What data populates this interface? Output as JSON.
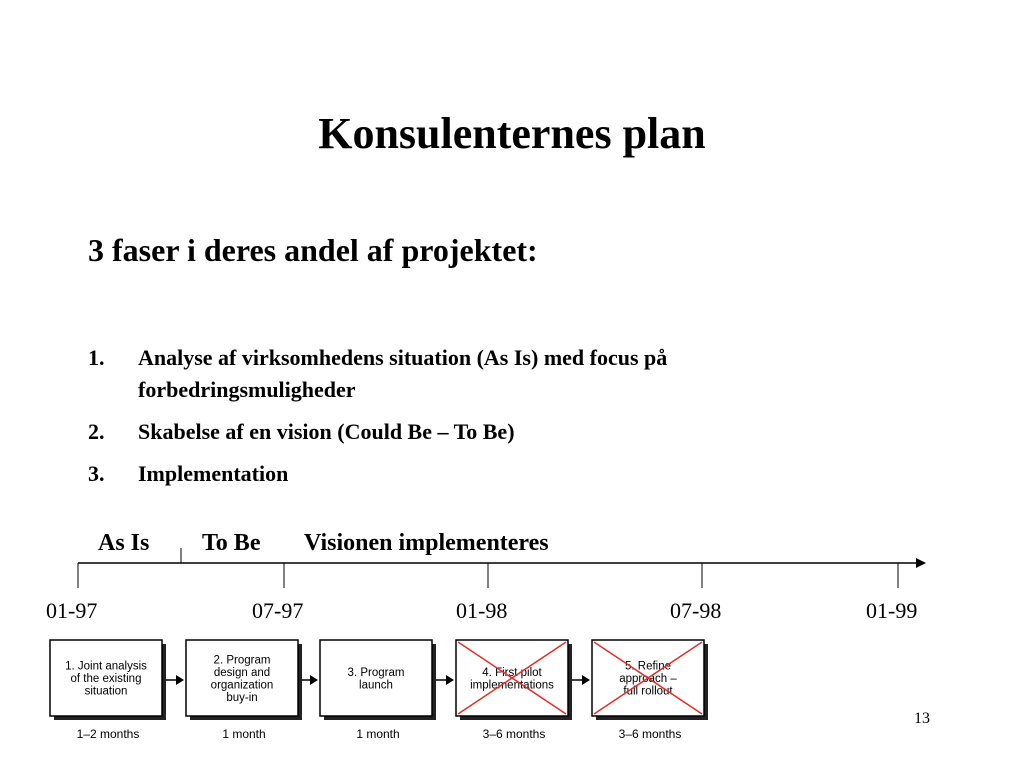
{
  "slide": {
    "title": "Konsulenternes plan",
    "subtitle": "3 faser i deres andel af projektet:",
    "list": [
      {
        "num": "1.",
        "text": "Analyse af virksomhedens situation (As Is) med focus på forbedringsmuligheder"
      },
      {
        "num": "2.",
        "text": "Skabelse af en vision (Could Be – To Be)"
      },
      {
        "num": "3.",
        "text": "Implementation"
      }
    ],
    "page_number": "13"
  },
  "timeline": {
    "phases": [
      "As Is",
      "To Be",
      "Visionen implementeres"
    ],
    "ticks": [
      "01-97",
      "07-97",
      "01-98",
      "07-98",
      "01-99"
    ]
  },
  "process": {
    "steps": [
      {
        "lines": [
          "1. Joint analysis",
          "of the existing",
          "situation"
        ],
        "duration": "1–2 months",
        "crossed": false
      },
      {
        "lines": [
          "2. Program",
          "design and",
          "organization",
          "buy-in"
        ],
        "duration": "1 month",
        "crossed": false
      },
      {
        "lines": [
          "3. Program",
          "launch"
        ],
        "duration": "1 month",
        "crossed": false
      },
      {
        "lines": [
          "4. First pilot",
          "implementations"
        ],
        "duration": "3–6 months",
        "crossed": true
      },
      {
        "lines": [
          "5. Refine",
          "approach –",
          "full rollout"
        ],
        "duration": "3–6 months",
        "crossed": true
      }
    ],
    "cross_color": "#e0302a"
  }
}
